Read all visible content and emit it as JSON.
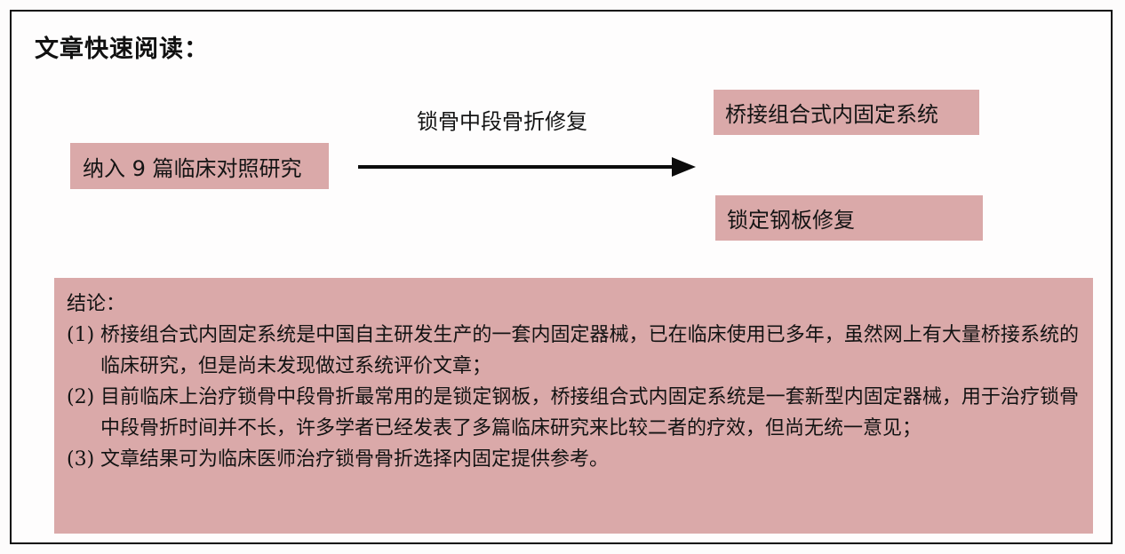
{
  "slide": {
    "title": "文章快速阅读：",
    "accent_pink": "#daa9a9",
    "border_color": "#0b0b0b",
    "background": "#fdfcfc",
    "text_color": "#131313"
  },
  "flow": {
    "source_box": "纳入 9 篇临床对照研究",
    "arrow_label": "锁骨中段骨折修复",
    "arrow_icon": "right-arrow-icon",
    "target_boxes": [
      "桥接组合式内固定系统",
      "锁定钢板修复"
    ]
  },
  "conclusion": {
    "heading": "结论：",
    "items": [
      {
        "marker": "(1)",
        "text": "桥接组合式内固定系统是中国自主研发生产的一套内固定器械，已在临床使用已多年，虽然网上有大量桥接系统的临床研究，但是尚未发现做过系统评价文章；"
      },
      {
        "marker": "(2)",
        "text": "目前临床上治疗锁骨中段骨折最常用的是锁定钢板，桥接组合式内固定系统是一套新型内固定器械，用于治疗锁骨中段骨折时间并不长，许多学者已经发表了多篇临床研究来比较二者的疗效，但尚无统一意见；"
      },
      {
        "marker": "(3)",
        "text": "文章结果可为临床医师治疗锁骨骨折选择内固定提供参考。"
      }
    ]
  }
}
